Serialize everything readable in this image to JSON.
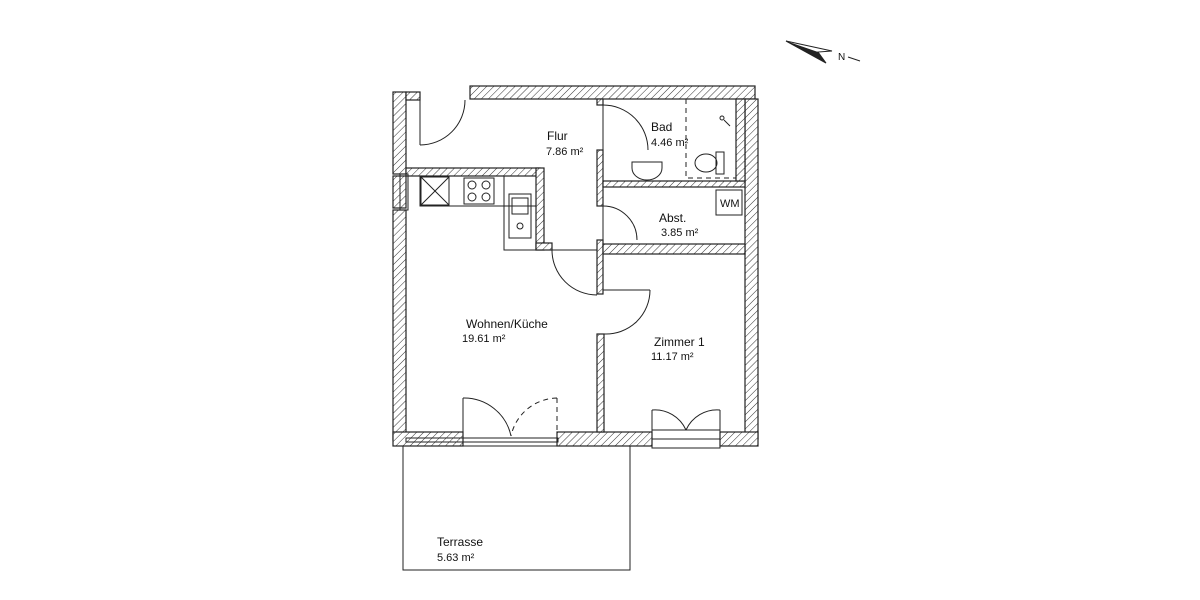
{
  "compass": {
    "label": "N"
  },
  "rooms": {
    "flur": {
      "name": "Flur",
      "area": "7.86 m²"
    },
    "bad": {
      "name": "Bad",
      "area": "4.46 m²"
    },
    "abst": {
      "name": "Abst.",
      "area": "3.85 m²"
    },
    "wohnen": {
      "name": "Wohnen/Küche",
      "area": "19.61 m²"
    },
    "zimmer": {
      "name": "Zimmer 1",
      "area": "11.17 m²"
    },
    "terrasse": {
      "name": "Terrasse",
      "area": "5.63 m²"
    }
  },
  "appliances": {
    "washer": "WM"
  }
}
